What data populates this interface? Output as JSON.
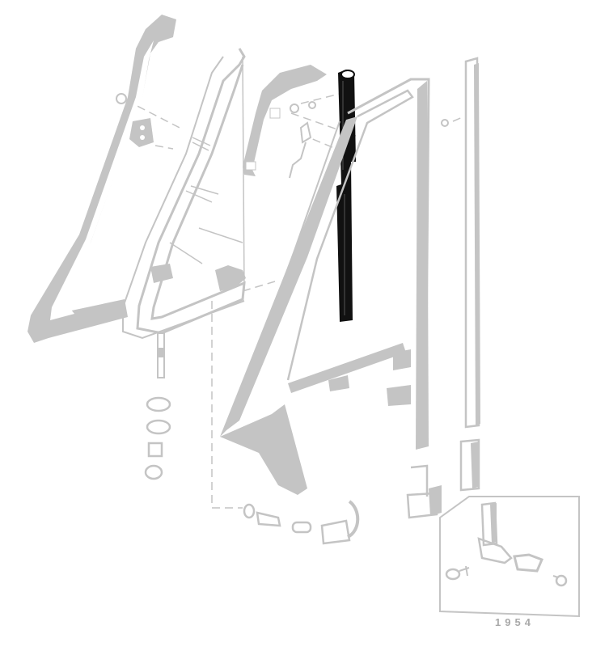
{
  "diagram": {
    "type": "exploded-parts-view",
    "subject": "vent window / door glass channel assembly",
    "colors": {
      "parts_gray": "#c4c4c4",
      "highlight_part": "#111111",
      "background": "#ffffff",
      "label": "#a9a9a9"
    },
    "parts": [
      {
        "id": "vent-window-outer-frame",
        "highlighted": false
      },
      {
        "id": "vent-window-glass-frame",
        "highlighted": false
      },
      {
        "id": "hinge-bracket",
        "highlighted": false
      },
      {
        "id": "upper-pivot-bracket",
        "highlighted": false
      },
      {
        "id": "division-channel",
        "highlighted": true
      },
      {
        "id": "door-window-frame",
        "highlighted": false
      },
      {
        "id": "rear-glass-run-channel",
        "highlighted": false
      },
      {
        "id": "lower-channel-section",
        "highlighted": false
      },
      {
        "id": "lower-pivot-bracket",
        "highlighted": false
      },
      {
        "id": "pivot-shaft",
        "highlighted": false
      },
      {
        "id": "washers-and-nut-stack",
        "highlighted": false
      },
      {
        "id": "lower-hardware-row",
        "highlighted": false
      },
      {
        "id": "inset-1954-bracket",
        "highlighted": false
      }
    ],
    "inset": {
      "label": "1954"
    }
  }
}
